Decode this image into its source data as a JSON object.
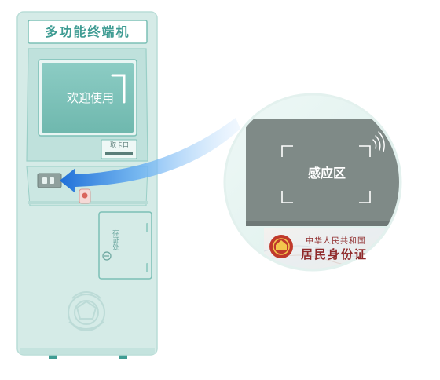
{
  "kiosk": {
    "title": "多功能终端机",
    "screen_text": "欢迎使用",
    "card_slot_label": "取卡口",
    "deposit_label": "存证处"
  },
  "sensor": {
    "label": "感应区"
  },
  "id_card": {
    "country": "中华人民共和国",
    "title": "居民身份证"
  },
  "colors": {
    "kiosk_body": "#d5ebe7",
    "kiosk_outline": "#7cc0b6",
    "accent_teal": "#3f9c93",
    "sensor_panel": "#7f8a87",
    "arrow_blue": "#2f7fe0",
    "magnifier_circle": "#e6f4f1",
    "emblem_red": "#c0392b"
  },
  "icons": [
    "nfc-signal-icon",
    "national-emblem-icon",
    "arrow-left-icon",
    "hand-icon"
  ]
}
